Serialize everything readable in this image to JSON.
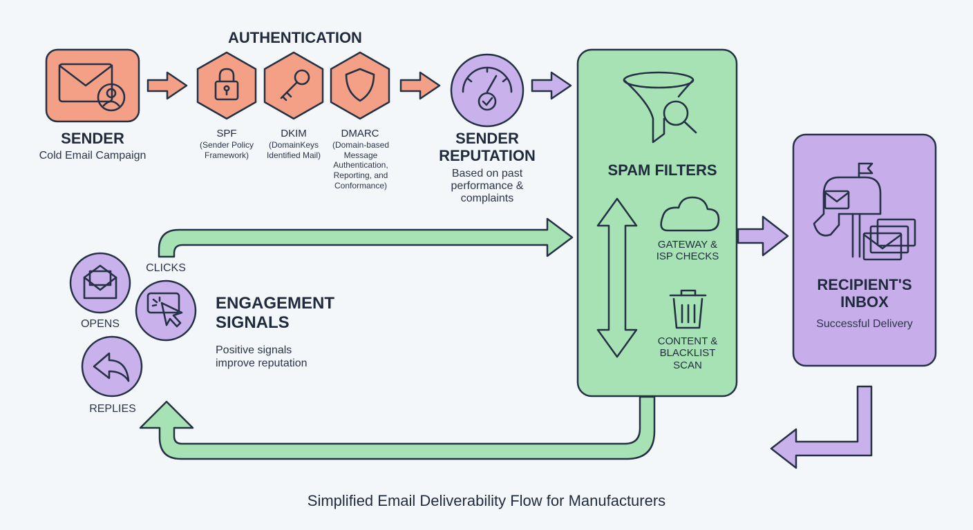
{
  "title": "Simplified Email Deliverability Flow for Manufacturers",
  "sender": {
    "title": "SENDER",
    "subtitle": "Cold Email Campaign"
  },
  "authentication": {
    "heading": "AUTHENTICATION",
    "spf": {
      "name": "SPF",
      "desc_lines": [
        "(Sender Policy",
        "Framework)"
      ]
    },
    "dkim": {
      "name": "DKIM",
      "desc_lines": [
        "(DomainKeys",
        "Identified Mail)"
      ]
    },
    "dmarc": {
      "name": "DMARC",
      "desc_lines": [
        "(Domain-based",
        "Message",
        "Authentication,",
        "Reporting, and",
        "Conformance)"
      ]
    }
  },
  "reputation": {
    "title_lines": [
      "SENDER",
      "REPUTATION"
    ],
    "desc_lines": [
      "Based on past",
      "performance &",
      "complaints"
    ]
  },
  "spam_filters": {
    "title": "SPAM FILTERS",
    "gateway_lines": [
      "GATEWAY &",
      "ISP CHECKS"
    ],
    "content_lines": [
      "CONTENT &",
      "BLACKLIST",
      "SCAN"
    ]
  },
  "inbox": {
    "title_lines": [
      "RECIPIENT'S",
      "INBOX"
    ],
    "subtitle": "Successful Delivery"
  },
  "engagement": {
    "title_lines": [
      "ENGAGEMENT",
      "SIGNALS"
    ],
    "desc_lines": [
      "Positive signals",
      "improve reputation"
    ],
    "opens": "OPENS",
    "clicks": "CLICKS",
    "replies": "REPLIES"
  },
  "colors": {
    "background": "#f4f7fa",
    "sender_orange": "#f3a086",
    "reputation_purple": "#c9b1ec",
    "spam_green": "#a6e2b3",
    "inbox_purple": "#c7aeeb",
    "outline": "#243044"
  },
  "icons": [
    "envelope-user-icon",
    "lock-icon",
    "key-icon",
    "shield-icon",
    "gauge-check-icon",
    "funnel-magnifier-icon",
    "cloud-icon",
    "trash-icon",
    "mailbox-icon",
    "open-envelope-icon",
    "cursor-click-icon",
    "reply-icon"
  ]
}
